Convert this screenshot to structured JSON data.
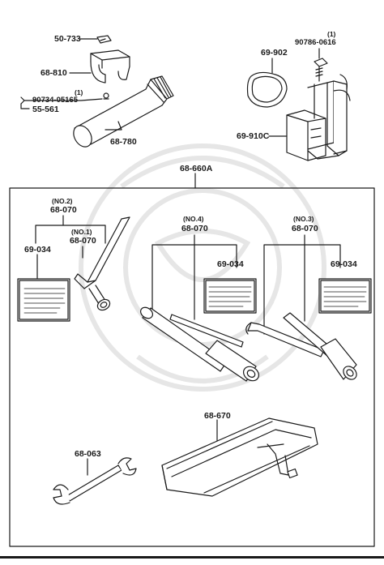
{
  "diagram": {
    "colors": {
      "ink": "#1a1a1a",
      "watermark": "#e6e6e6",
      "paper": "#ffffff"
    },
    "labels": {
      "p50_733": "50-733",
      "p68_810": "68-810",
      "p90734_qty": "(1)",
      "p90734": "90734-05165",
      "p55_561": "55-561",
      "p68_780": "68-780",
      "p90786_qty": "(1)",
      "p90786": "90786-0616",
      "p69_902": "69-902",
      "p69_910c": "69-910C",
      "p68_660a": "68-660A",
      "no2": "(NO.2)",
      "p68_070_a": "68-070",
      "no1": "(NO.1)",
      "p68_070_b": "68-070",
      "p69_034_a": "69-034",
      "no4": "(NO.4)",
      "p68_070_c": "68-070",
      "p69_034_b": "69-034",
      "no3": "(NO.3)",
      "p68_070_d": "68-070",
      "p69_034_c": "69-034",
      "p68_670": "68-670",
      "p68_063": "68-063"
    }
  }
}
